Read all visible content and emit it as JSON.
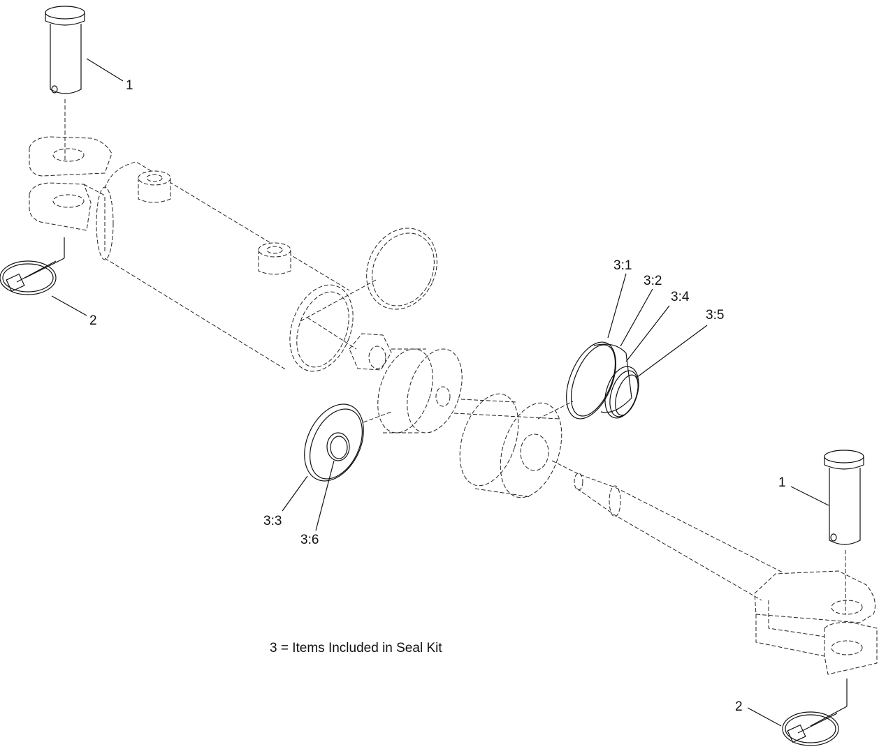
{
  "callouts": {
    "pin_top": "1",
    "clip_left": "2",
    "seal_3_1": "3:1",
    "seal_3_2": "3:2",
    "seal_3_4": "3:4",
    "seal_3_5": "3:5",
    "seal_3_3": "3:3",
    "seal_3_6": "3:6",
    "pin_bottom": "1",
    "clip_bottom": "2"
  },
  "note": "3  = Items Included in Seal Kit",
  "colors": {
    "line": "#111111",
    "background": "#ffffff"
  }
}
